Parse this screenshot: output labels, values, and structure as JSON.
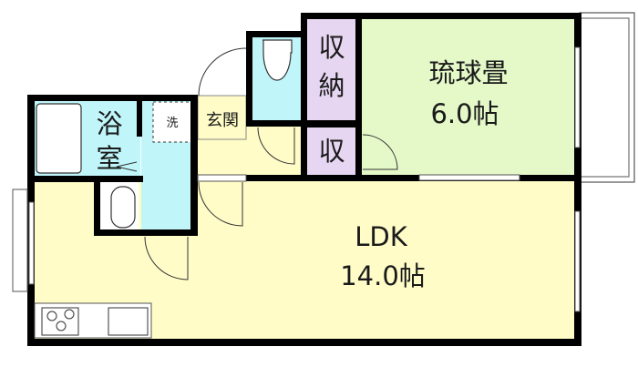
{
  "rooms": {
    "washitsu": {
      "name": "琉球畳",
      "size": "6.0帖"
    },
    "ldk": {
      "name": "LDK",
      "size": "14.0帖"
    },
    "closet_large": {
      "line1": "収",
      "line2": "納"
    },
    "closet_small": {
      "name": "収"
    },
    "bathroom": {
      "line1": "浴",
      "line2": "室"
    },
    "washer": {
      "name": "洗"
    },
    "entrance": {
      "name": "玄関"
    }
  },
  "colors": {
    "ldk": "#fffcc8",
    "washitsu": "#e4f8c8",
    "closet": "#e6d6f2",
    "wet_area": "#c0f6fa",
    "wall": "#000000"
  }
}
